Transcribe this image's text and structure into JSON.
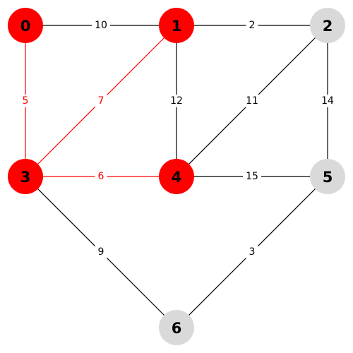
{
  "graph": {
    "colors": {
      "highlight": "#ff0000",
      "normal_node": "#d9d9d9",
      "normal_edge": "#000000",
      "background": "#ffffff"
    },
    "nodes": [
      {
        "id": "0",
        "label": "0",
        "highlighted": true
      },
      {
        "id": "1",
        "label": "1",
        "highlighted": true
      },
      {
        "id": "2",
        "label": "2",
        "highlighted": false
      },
      {
        "id": "3",
        "label": "3",
        "highlighted": true
      },
      {
        "id": "4",
        "label": "4",
        "highlighted": true
      },
      {
        "id": "5",
        "label": "5",
        "highlighted": false
      },
      {
        "id": "6",
        "label": "6",
        "highlighted": false
      }
    ],
    "edges": [
      {
        "from": "0",
        "to": "1",
        "weight": "10",
        "highlighted": false
      },
      {
        "from": "1",
        "to": "2",
        "weight": "2",
        "highlighted": false
      },
      {
        "from": "0",
        "to": "3",
        "weight": "5",
        "highlighted": true
      },
      {
        "from": "1",
        "to": "3",
        "weight": "7",
        "highlighted": true
      },
      {
        "from": "1",
        "to": "4",
        "weight": "12",
        "highlighted": false
      },
      {
        "from": "2",
        "to": "4",
        "weight": "11",
        "highlighted": false
      },
      {
        "from": "2",
        "to": "5",
        "weight": "14",
        "highlighted": false
      },
      {
        "from": "3",
        "to": "4",
        "weight": "6",
        "highlighted": true
      },
      {
        "from": "4",
        "to": "5",
        "weight": "15",
        "highlighted": false
      },
      {
        "from": "3",
        "to": "6",
        "weight": "9",
        "highlighted": false
      },
      {
        "from": "5",
        "to": "6",
        "weight": "3",
        "highlighted": false
      }
    ]
  }
}
